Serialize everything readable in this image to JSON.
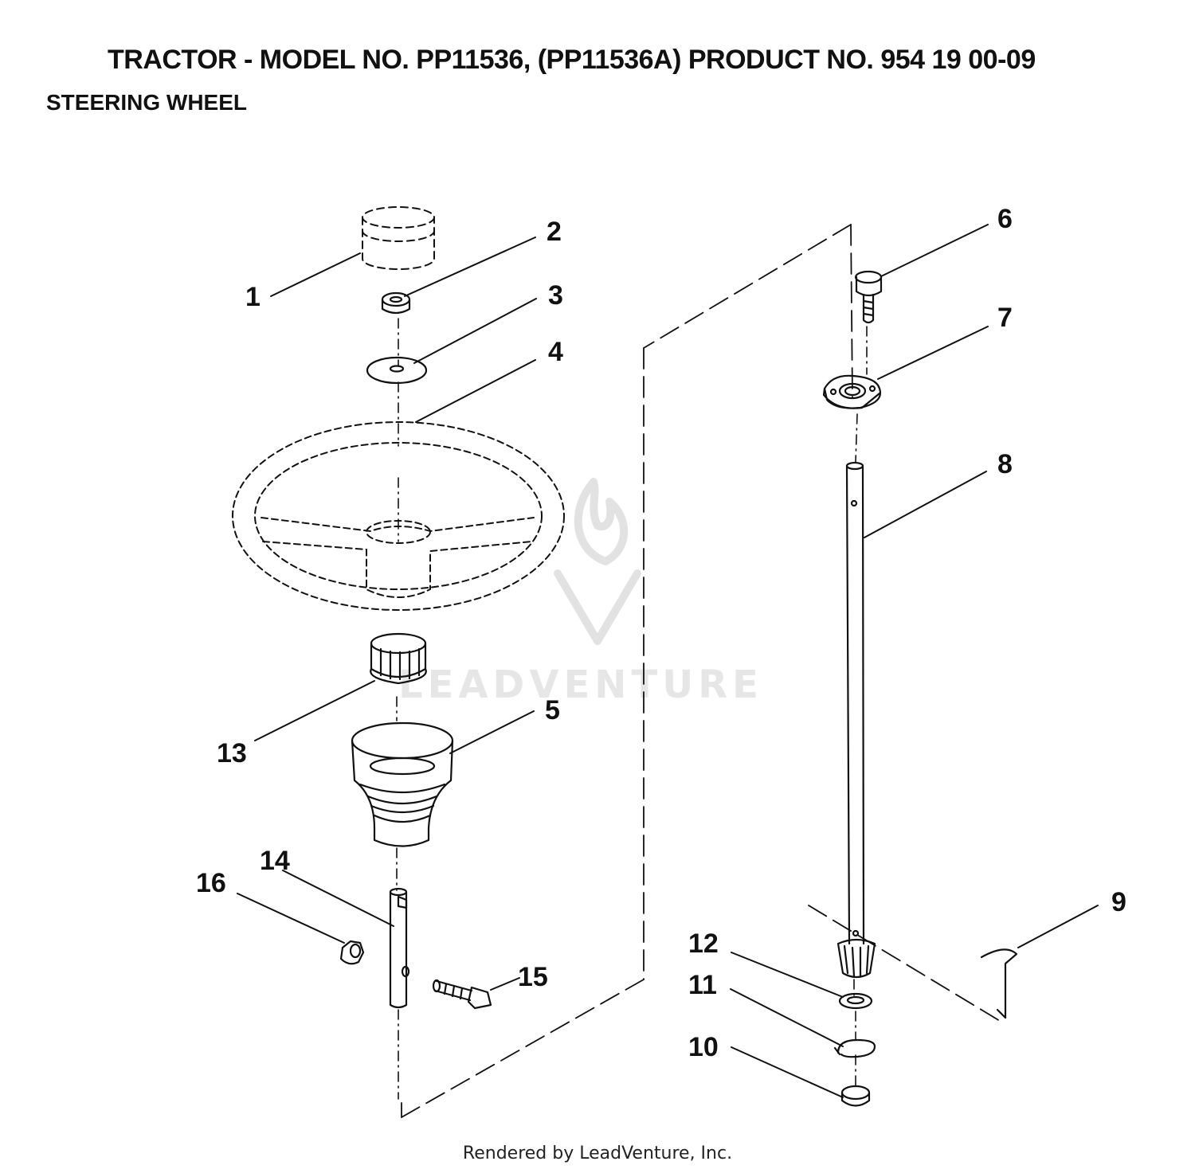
{
  "header": {
    "title": "TRACTOR - MODEL NO. PP11536, (PP11536A)  PRODUCT NO. 954 19 00-09",
    "subtitle": "STEERING WHEEL"
  },
  "callouts": [
    "1",
    "2",
    "3",
    "4",
    "5",
    "6",
    "7",
    "8",
    "9",
    "10",
    "11",
    "12",
    "13",
    "14",
    "15",
    "16"
  ],
  "watermark": "LEADVENTURE",
  "footer": "Rendered by LeadVenture, Inc.",
  "colors": {
    "line": "#111111",
    "watermark": "#e6e6e6",
    "background": "#ffffff"
  }
}
